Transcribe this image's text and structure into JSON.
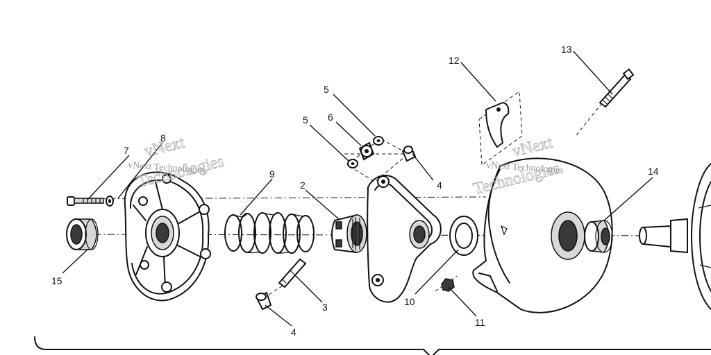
{
  "callouts": {
    "c1": "13",
    "c2": "12",
    "c3": "5",
    "c4": "6",
    "c5": "5",
    "c6": "4",
    "c7": "7",
    "c8": "8",
    "c9": "9",
    "c10": "2",
    "c11": "14",
    "c12": "15",
    "c13": "3",
    "c14": "10",
    "c15": "11",
    "c16": "4"
  },
  "watermarks": {
    "left_line": "vNext Technologies",
    "right_line": "vNext Technologies",
    "left_big_1": "vNext",
    "left_big_2": "Technologies",
    "right_big_1": "vNext",
    "right_big_2": "Technologies"
  },
  "colors": {
    "ink": "#111111",
    "watermark": "#9a9a9a",
    "background": "#ffffff"
  }
}
